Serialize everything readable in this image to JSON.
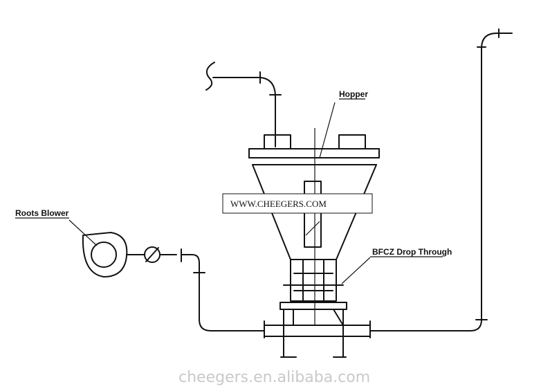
{
  "labels": {
    "hopper": "Hopper",
    "roots_blower": "Roots Blower",
    "drop_through": "BFCZ Drop Through"
  },
  "url_box": "WWW.CHEEGERS.COM",
  "watermark": "cheegers.en.alibaba.com"
}
